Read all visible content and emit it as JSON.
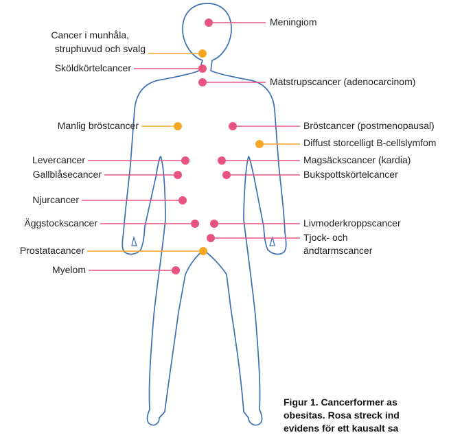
{
  "colors": {
    "pink": "#e75480",
    "orange": "#f5a623",
    "outline": "#3d6fb3",
    "text": "#222222"
  },
  "labels": {
    "meningiom": "Meningiom",
    "mun_line1": "Cancer i munhåla,",
    "mun_line2": "struphuvud och svalg",
    "skold": "Sköldkörtelcancer",
    "matstrup": "Matstrupscancer (adenocarcinom)",
    "manlig_brost": "Manlig bröstcancer",
    "brost": "Bröstcancer (postmenopausal)",
    "diffust": "Diffust storcelligt B-cellslymfom",
    "lever": "Levercancer",
    "magsack": "Magsäckscancer (kardia)",
    "gallblasa": "Gallblåsecancer",
    "bukspott": "Bukspottskörtelcancer",
    "njur": "Njurcancer",
    "aggstock": "Äggstockscancer",
    "livmoder": "Livmoderkroppscancer",
    "tjock_line1": "Tjock- och",
    "tjock_line2": "ändtarmscancer",
    "prostata": "Prostatacancer",
    "myelom": "Myelom"
  },
  "caption": {
    "line1": "Figur 1. Cancerformer as",
    "line2": "obesitas. Rosa streck ind",
    "line3": "evidens för ett kausalt sa"
  }
}
